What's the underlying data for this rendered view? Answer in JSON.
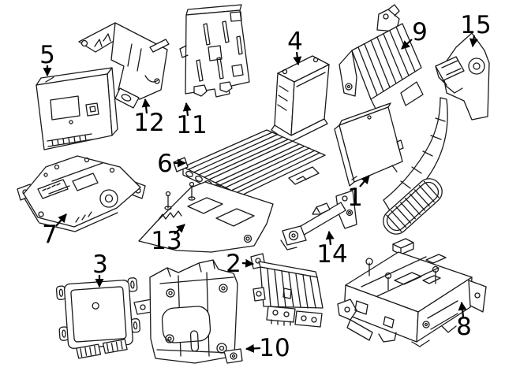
{
  "diagram": {
    "background_color": "#ffffff",
    "line_color": "#1a1a1a",
    "label_color": "#000000",
    "callouts": [
      {
        "label": "1"
      },
      {
        "label": "2"
      },
      {
        "label": "3"
      },
      {
        "label": "4"
      },
      {
        "label": "5"
      },
      {
        "label": "6"
      },
      {
        "label": "7"
      },
      {
        "label": "8"
      },
      {
        "label": "9"
      },
      {
        "label": "10"
      },
      {
        "label": "11"
      },
      {
        "label": "12"
      },
      {
        "label": "13"
      },
      {
        "label": "14"
      },
      {
        "label": "15"
      }
    ]
  }
}
